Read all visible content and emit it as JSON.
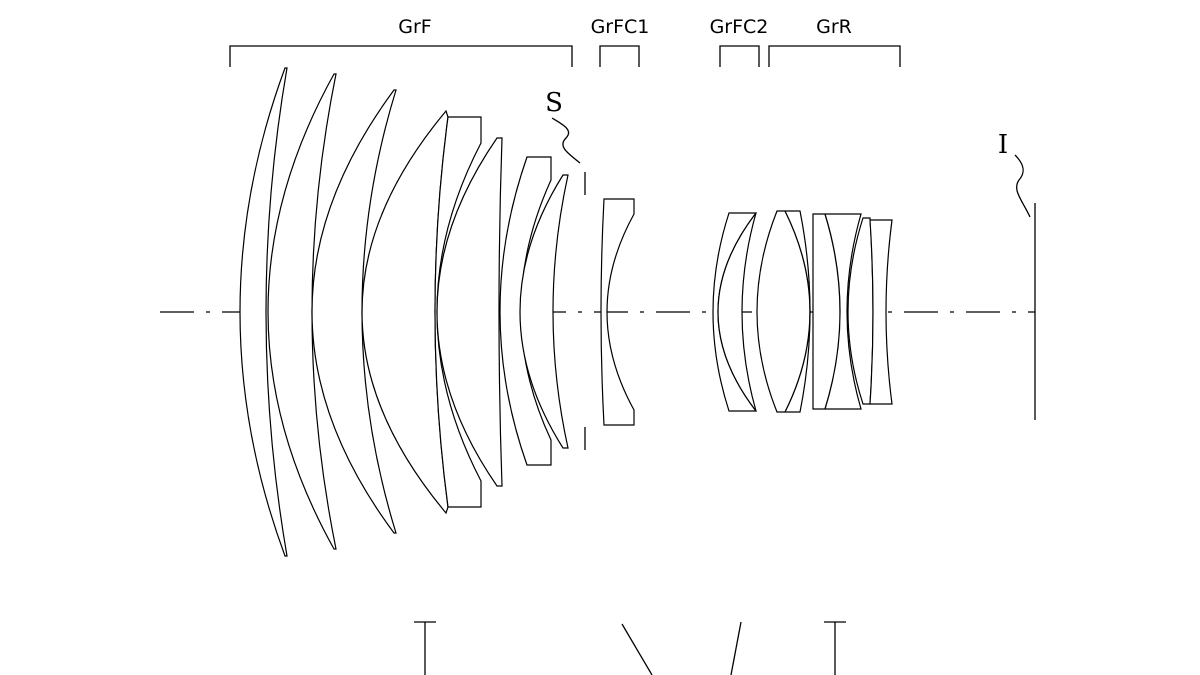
{
  "figure": {
    "groups": [
      {
        "id": "grf",
        "label": "GrF"
      },
      {
        "id": "grfc1",
        "label": "GrFC1"
      },
      {
        "id": "grfc2",
        "label": "GrFC2"
      },
      {
        "id": "grr",
        "label": "GrR"
      }
    ],
    "stop_label": "S",
    "image_plane_label": "I",
    "line_color": "#000000",
    "background_color": "#ffffff"
  }
}
